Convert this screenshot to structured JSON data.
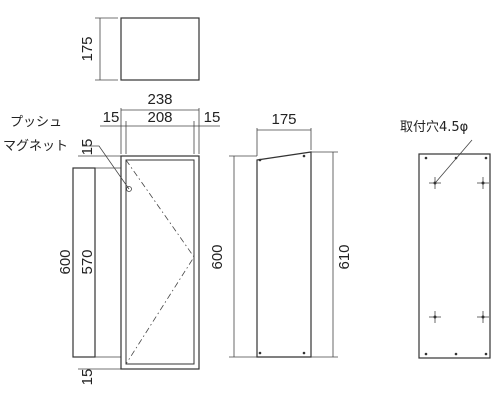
{
  "labels": {
    "top_height": "175",
    "front_total_width": "238",
    "front_side_left": "15",
    "front_inner_width": "208",
    "front_side_right": "15",
    "front_total_height": "600",
    "front_inner_height": "570",
    "front_top_gap": "15",
    "front_bottom_gap": "15",
    "side_depth": "175",
    "side_height_front": "600",
    "side_height_back": "610",
    "hole_label": "取付穴4.5φ",
    "push_label": "プッシュ",
    "magnet_label": "マグネット"
  }
}
